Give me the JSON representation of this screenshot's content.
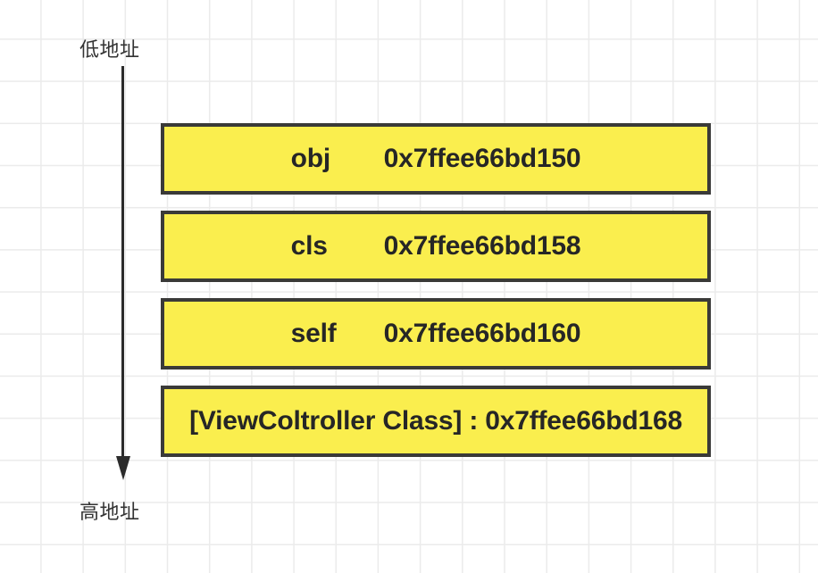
{
  "diagram": {
    "title_low_address": "低地址",
    "title_high_address": "高地址",
    "arrow_icon": "down-arrow-icon",
    "stack_frames": [
      {
        "id": "obj",
        "name": "obj",
        "address": "0x7ffee66bd150",
        "wide": false,
        "text": ""
      },
      {
        "id": "cls",
        "name": "cls",
        "address": "0x7ffee66bd158",
        "wide": false,
        "text": ""
      },
      {
        "id": "self",
        "name": "self",
        "address": "0x7ffee66bd160",
        "wide": false,
        "text": ""
      },
      {
        "id": "viewcontroller-class",
        "name": "",
        "address": "",
        "wide": true,
        "text": "[ViewColtroller Class] : 0x7ffee66bd168"
      }
    ]
  },
  "colors": {
    "box_fill": "#faee4e",
    "box_border": "#3a3a38",
    "text": "#262626",
    "arrow": "#2b2b2b",
    "grid_line": "#ebebeb",
    "background": "#ffffff"
  }
}
